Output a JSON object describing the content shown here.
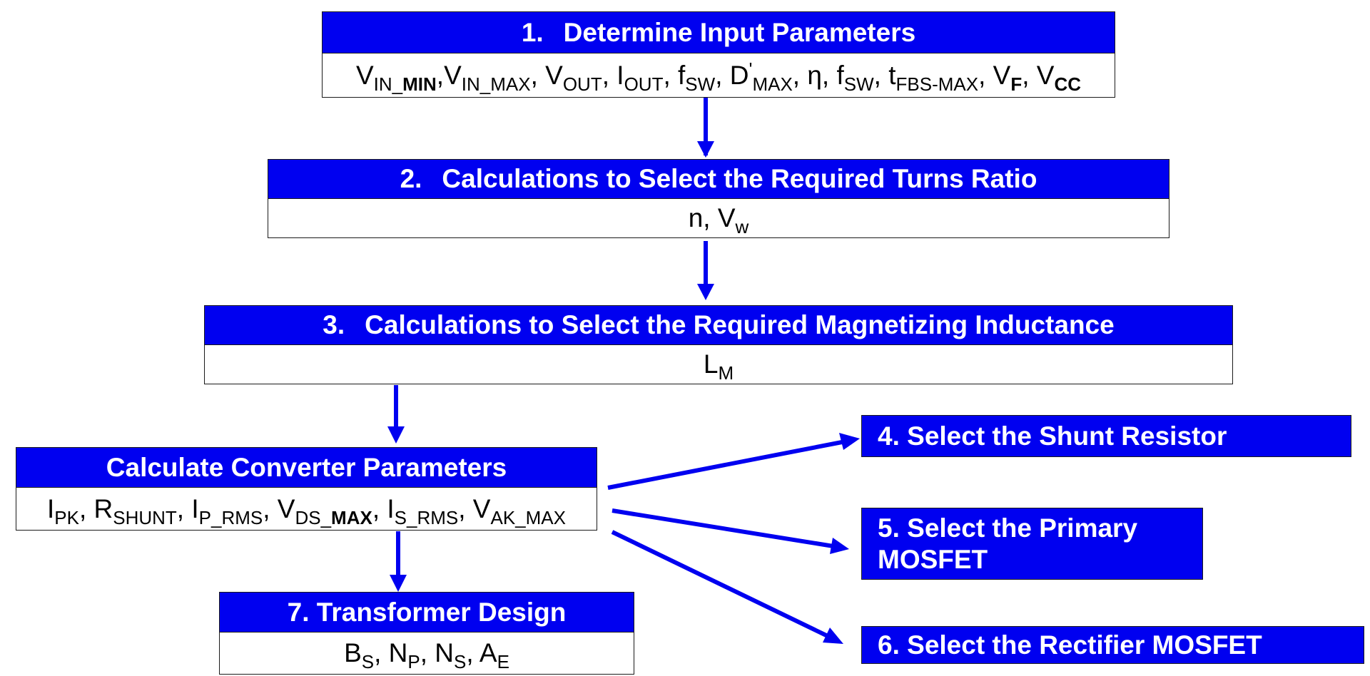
{
  "colors": {
    "header_bg": "#0000f0",
    "header_text": "#ffffff",
    "arrow": "#0000f0",
    "border": "#1a1a1a"
  },
  "step1": {
    "number": "1.",
    "title": "Determine Input Parameters",
    "params_text": "VIN_MIN,VIN_MAX, VOUT, IOUT, fSW, D'MAX, η, fSW, tFBS-MAX, VF, VCC"
  },
  "step2": {
    "number": "2.",
    "title": "Calculations to Select the Required Turns Ratio",
    "params_text": "n, Vw"
  },
  "step3": {
    "number": "3.",
    "title": "Calculations to Select the Required Magnetizing Inductance",
    "params_text": "LM"
  },
  "converter": {
    "title": "Calculate Converter Parameters",
    "params_text": "IPK, RSHUNT, IP_RMS, VDS_MAX, IS_RMS, VAK_MAX"
  },
  "step7": {
    "title": "7. Transformer Design",
    "params_text": "BS, NP, NS, AE"
  },
  "step4": {
    "title": "4. Select the Shunt Resistor"
  },
  "step5": {
    "title_line1": "5. Select the Primary",
    "title_line2": "MOSFET"
  },
  "step6": {
    "title": "6. Select the Rectifier MOSFET"
  }
}
